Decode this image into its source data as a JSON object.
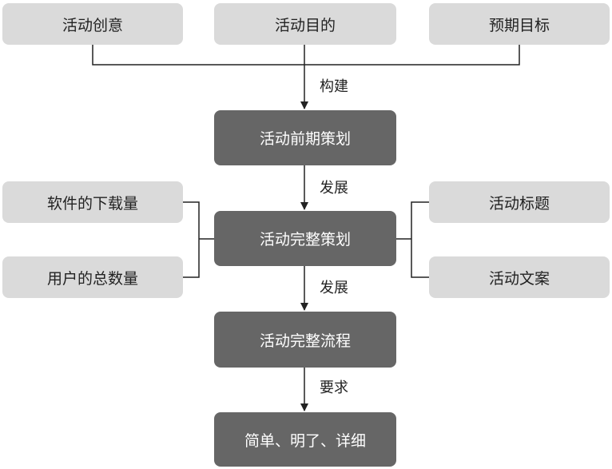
{
  "top_nodes": [
    "活动创意",
    "活动目的",
    "预期目标"
  ],
  "main_nodes": [
    "活动前期策划",
    "活动完整策划",
    "活动完整流程",
    "简单、明了、详细"
  ],
  "left_nodes": [
    "软件的下载量",
    "用户的总数量"
  ],
  "right_nodes": [
    "活动标题",
    "活动文案"
  ],
  "edge_labels": [
    "构建",
    "发展",
    "发展",
    "要求"
  ],
  "colors": {
    "light_box": "#dadada",
    "dark_box": "#666666",
    "line": "#222222"
  }
}
